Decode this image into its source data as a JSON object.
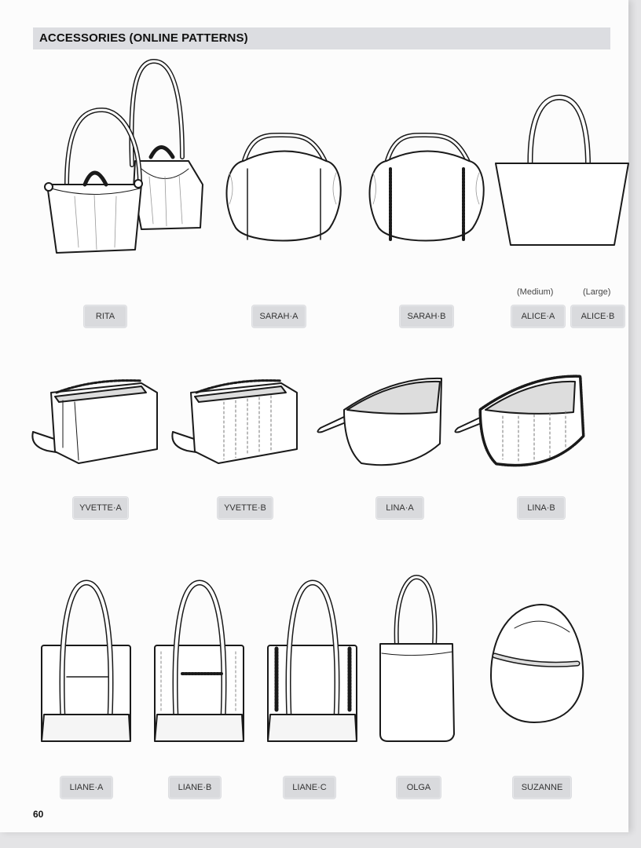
{
  "header": {
    "title": "ACCESSORIES (ONLINE PATTERNS)"
  },
  "patterns": {
    "rita": "RITA",
    "sarah_a": "SARAH·A",
    "sarah_b": "SARAH·B",
    "alice_a": "ALICE·A",
    "alice_b": "ALICE·B",
    "yvette_a": "YVETTE·A",
    "yvette_b": "YVETTE·B",
    "lina_a": "LINA·A",
    "lina_b": "LINA·B",
    "liane_a": "LIANE·A",
    "liane_b": "LIANE·B",
    "liane_c": "LIANE·C",
    "olga": "OLGA",
    "suzanne": "SUZANNE"
  },
  "sizes": {
    "medium": "(Medium)",
    "large": "(Large)"
  },
  "page_number": "60"
}
